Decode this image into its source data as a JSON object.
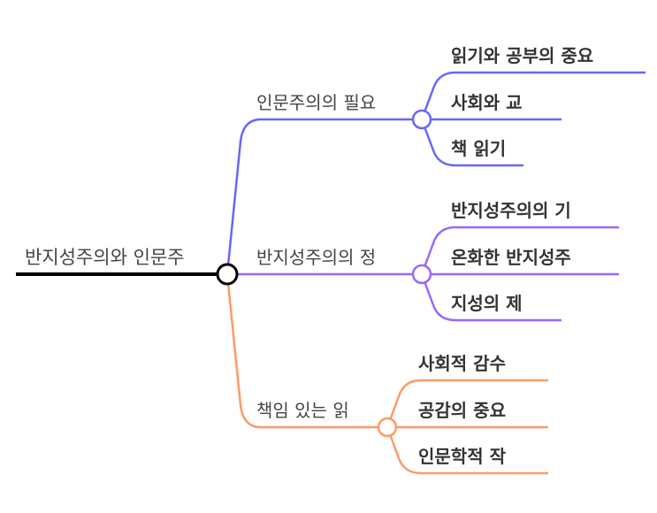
{
  "colors": {
    "root": "#000000",
    "branch1": "#6666ff",
    "branch2": "#9966ff",
    "branch3": "#ff9966"
  },
  "root": {
    "label": "반지성주의와 인문주"
  },
  "branches": [
    {
      "label": "인문주의의 필요",
      "children": [
        "읽기와 공부의 중요",
        "사회와 교",
        "책 읽기"
      ]
    },
    {
      "label": "반지성주의의 정",
      "children": [
        "반지성주의의 기",
        "온화한 반지성주",
        "지성의 제"
      ]
    },
    {
      "label": "책임 있는 읽",
      "children": [
        "사회적 감수",
        "공감의 중요",
        "인문학적 작"
      ]
    }
  ]
}
